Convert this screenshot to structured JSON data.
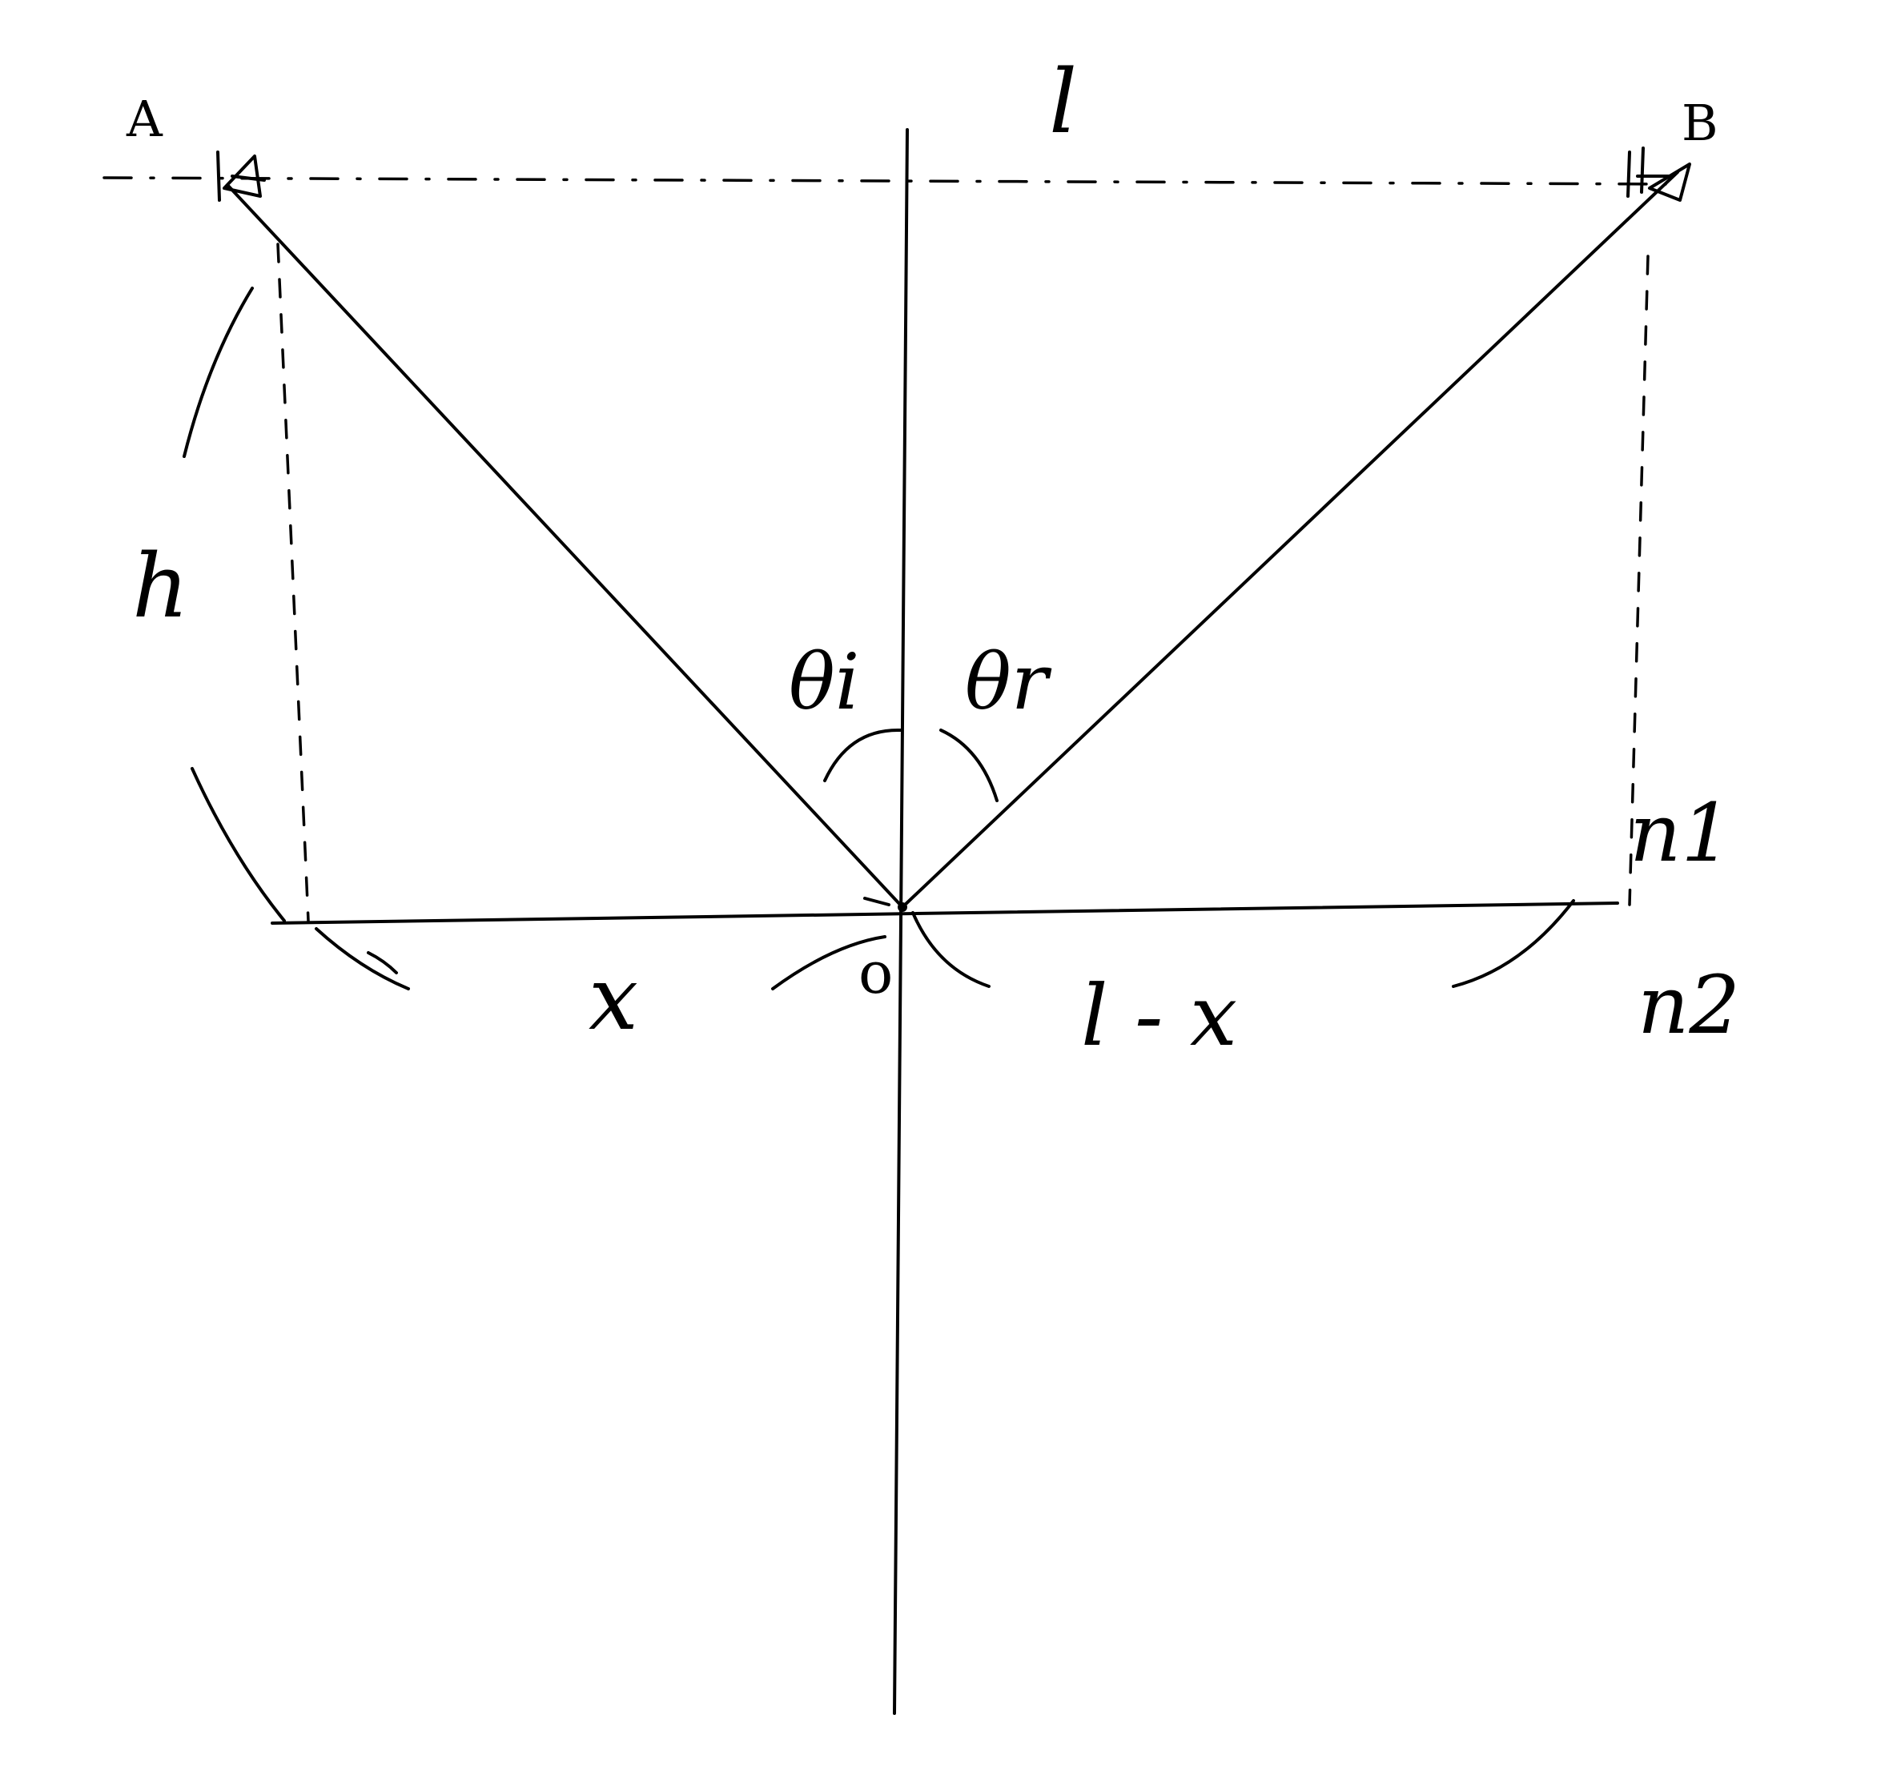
{
  "labels": {
    "point_a": "A",
    "point_b": "B",
    "top_length": "l",
    "height": "h",
    "angle_incidence": "θi",
    "angle_reflection": "θr",
    "origin": "o",
    "left_segment": "x",
    "right_segment": "l - x",
    "medium_upper": "n1",
    "medium_lower": "n2"
  },
  "colors": {
    "ink": "#000000",
    "paper": "#ffffff"
  }
}
